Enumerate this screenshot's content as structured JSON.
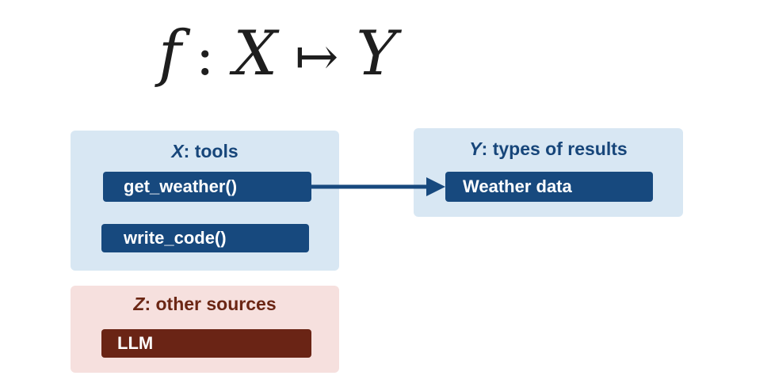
{
  "formula": {
    "function": "f",
    "colon": ":",
    "domain": "X",
    "maps_to": "↦",
    "codomain": "Y"
  },
  "tools_panel": {
    "variable": "X",
    "title_rest": ": tools",
    "items": [
      "get_weather()",
      "write_code()"
    ]
  },
  "results_panel": {
    "variable": "Y",
    "title_rest": ": types of results",
    "items": [
      "Weather data"
    ]
  },
  "sources_panel": {
    "variable": "Z",
    "title_rest": ": other sources",
    "items": [
      "LLM"
    ]
  },
  "colors": {
    "blue_panel": "#d8e7f3",
    "blue_chip": "#17497e",
    "red_panel": "#f6e0de",
    "red_chip": "#6a2415"
  }
}
